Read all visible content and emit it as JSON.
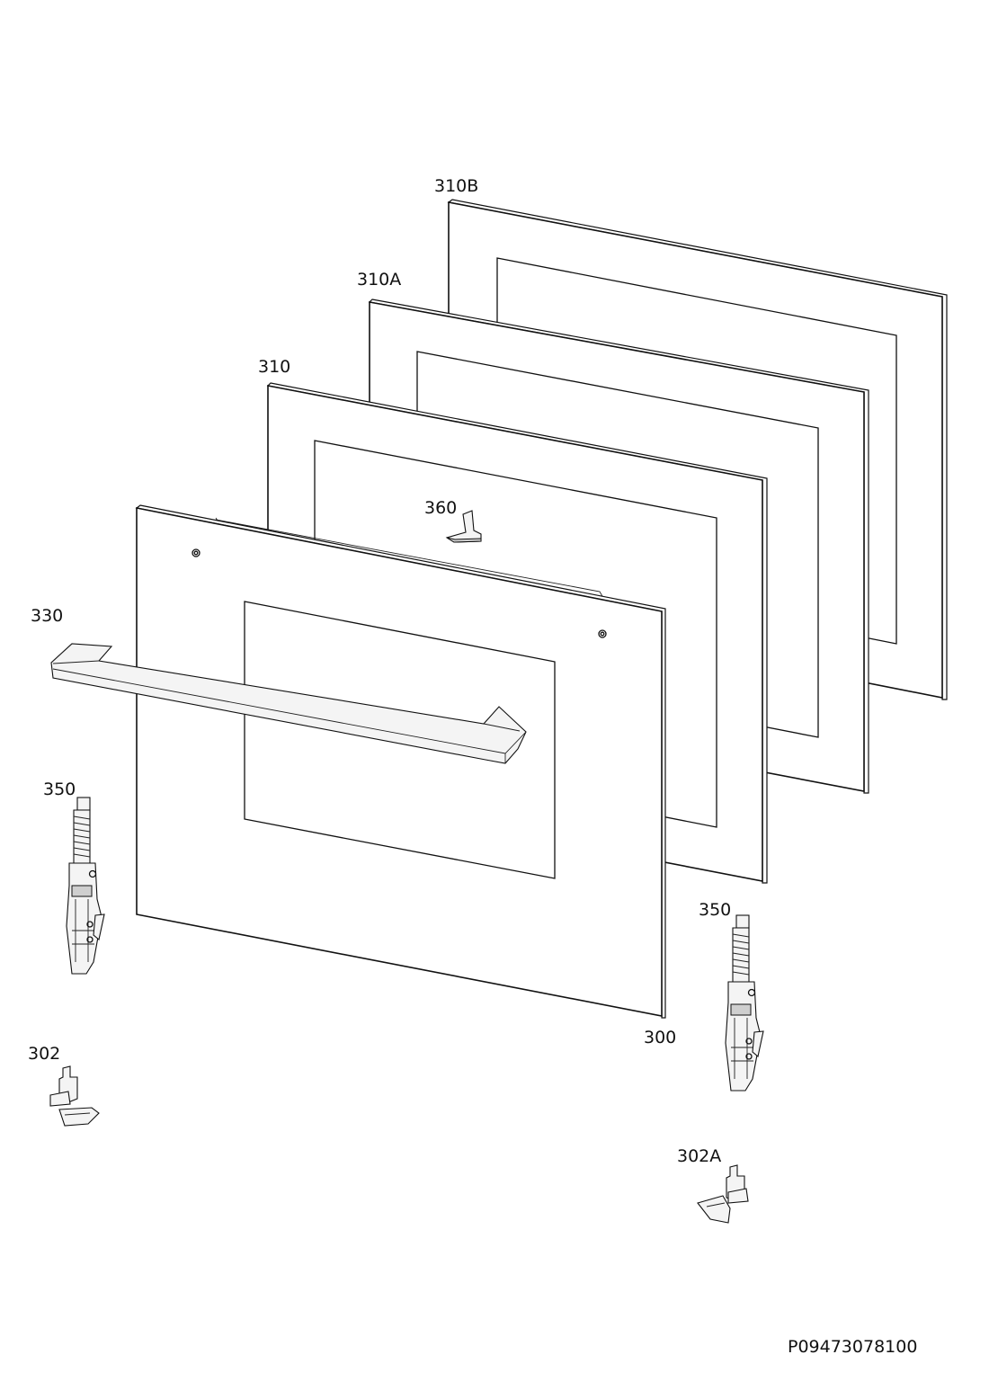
{
  "labels": {
    "glass_310b": "310B",
    "glass_310a": "310A",
    "glass_310": "310",
    "clip_360": "360",
    "handle_330": "330",
    "hinge_350_left": "350",
    "hinge_350_right": "350",
    "front_panel_300": "300",
    "hinge_cover_302": "302",
    "hinge_cover_302a": "302A"
  },
  "document_number": "P09473078100"
}
